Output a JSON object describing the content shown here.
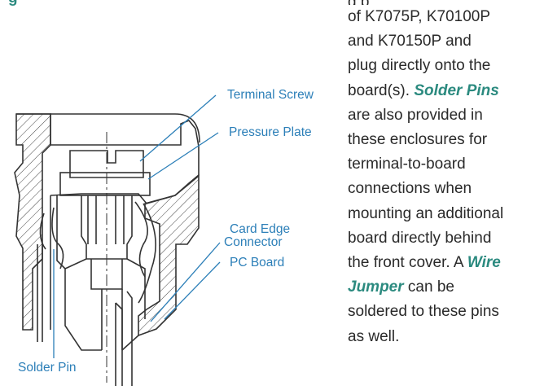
{
  "colors": {
    "callout": "#2c7fb8",
    "emphasis": "#2b8a7f",
    "body_text": "#2a2a2a",
    "drawing": "#333333"
  },
  "figure": {
    "callouts": {
      "terminal_screw": "Terminal Screw",
      "pressure_plate": "Pressure Plate",
      "card_edge_1": "Card Edge",
      "card_edge_2": "Connector",
      "pc_board": "PC Board",
      "solder_pin": "Solder Pin"
    }
  },
  "text": {
    "top_fragment": "g",
    "top_fragment_right": "g p",
    "l1": "of K7075P, K70100P",
    "l2": "and K70150P and",
    "l3": "plug directly onto the",
    "l4a": "board(s). ",
    "l4b": "Solder Pins",
    "l5": "are also provided in",
    "l6": "these enclosures for",
    "l7": "terminal-to-board",
    "l8": "connections when",
    "l9": "mounting an additional",
    "l10": "board directly behind",
    "l11a": "the front cover. A ",
    "l11b": "Wire",
    "l12a": "Jumper",
    "l12b": " can be",
    "l13": "soldered to these pins",
    "l14": "as well."
  }
}
